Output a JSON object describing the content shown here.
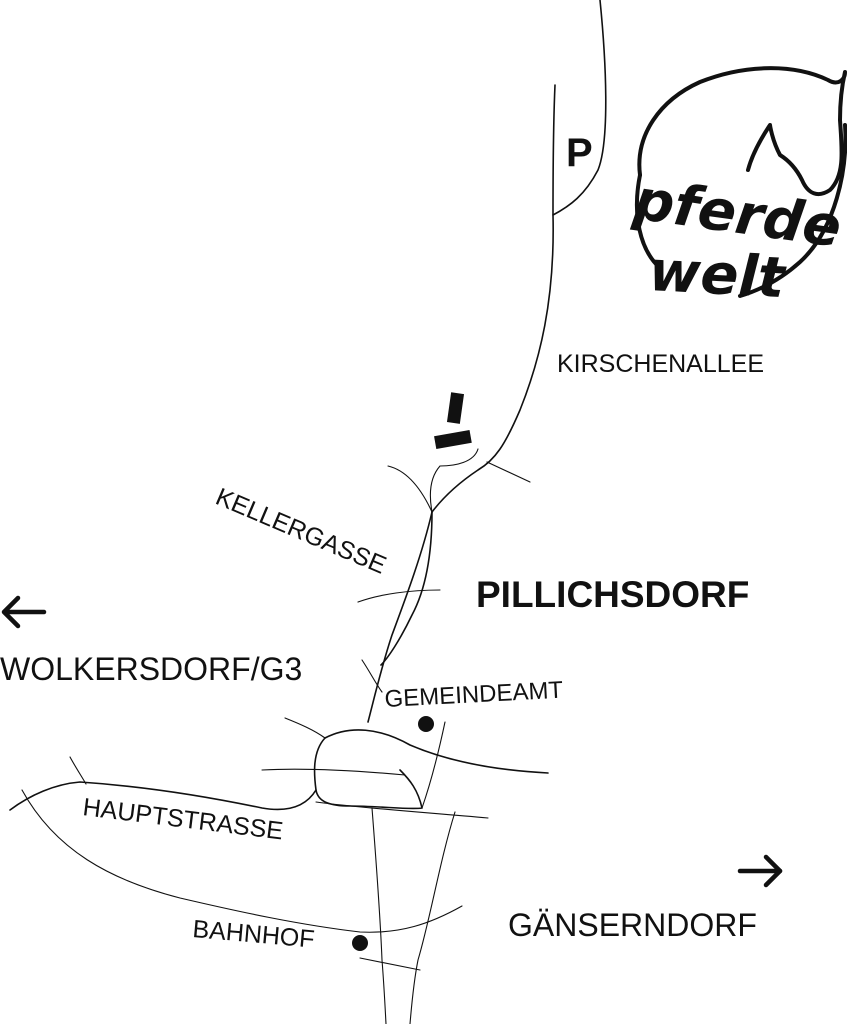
{
  "map": {
    "town": "PILLICHSDORF",
    "streets": {
      "kirschenallee": "KIRSCHENALLEE",
      "kellergasse": "KELLERGASSE",
      "hauptstrasse": "HAUPTSTRASSE"
    },
    "places": {
      "gemeindeamt": "GEMEINDEAMT",
      "bahnhof": "BAHNHOF",
      "parking": "P"
    },
    "directions": {
      "west": "WOLKERSDORF/G3",
      "east": "GÄNSERNDORF"
    },
    "logo": {
      "line1": "pferde",
      "line2": "welt",
      "icon": "horse-head-icon"
    }
  }
}
